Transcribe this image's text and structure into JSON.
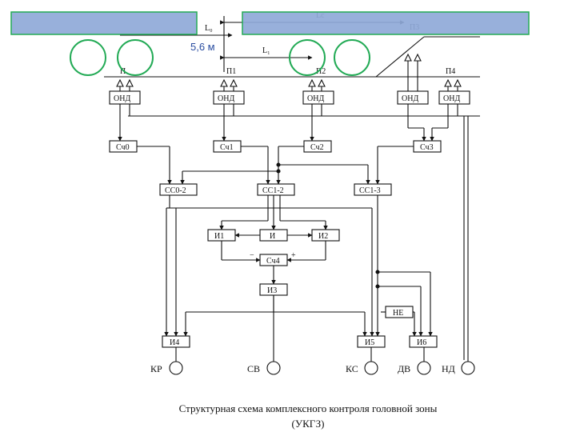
{
  "overlay": {
    "distance_label": "5,6 м",
    "colors": {
      "bar_fill": "#8fa9d8",
      "bar_stroke": "#22aa55",
      "circle_stroke": "#22aa55",
      "measure_text": "#2a4da0"
    }
  },
  "track": {
    "dim_labels": {
      "l0": "L₀",
      "lc": "Lс",
      "l1": "L₁"
    },
    "signals": {
      "p": "П",
      "p1": "П1",
      "p2": "П2",
      "p3": "П3",
      "p4": "П4"
    }
  },
  "blocks": {
    "ond_label": "ОНД",
    "sch0": "Сч0",
    "sch1": "Сч1",
    "sch2": "Сч2",
    "sch3": "Сч3",
    "ss02": "СС0-2",
    "ss12": "СС1-2",
    "ss13": "СС1-3",
    "i1": "И1",
    "i": "И",
    "i2": "И2",
    "sch4": "Сч4",
    "minus": "−",
    "plus": "+",
    "i3": "И3",
    "ne": "НЕ",
    "i4": "И4",
    "i5": "И5",
    "i6": "И6"
  },
  "outputs": {
    "kr": "КР",
    "sv": "СВ",
    "ks": "КС",
    "dv": "ДВ",
    "nd": "НД"
  },
  "caption": {
    "line1": "Структурная схема комплексного контроля головной зоны",
    "line2": "(УКГЗ)"
  }
}
